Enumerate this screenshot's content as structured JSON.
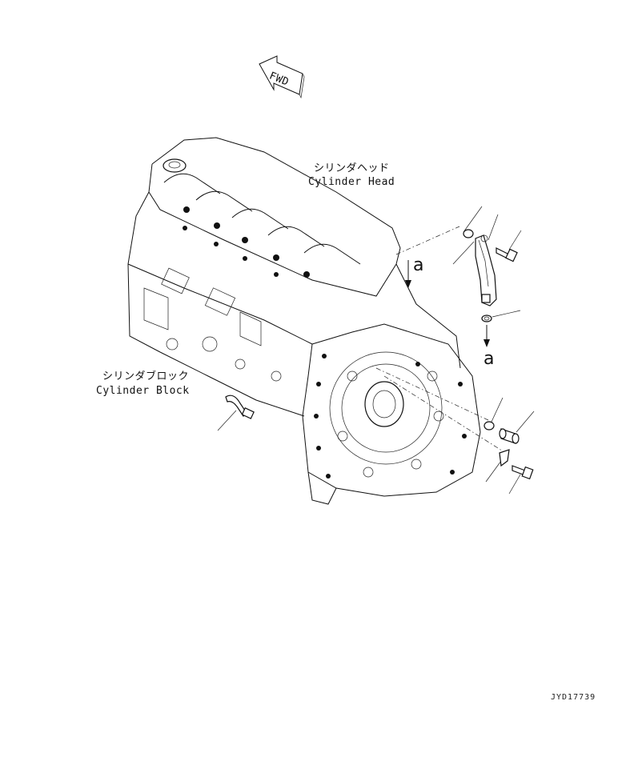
{
  "fwd_label": "FWD",
  "labels": {
    "cylinder_head_jp": "シリンダヘッド",
    "cylinder_head_en": "Cylinder Head",
    "cylinder_block_jp": "シリンダブロック",
    "cylinder_block_en": "Cylinder Block"
  },
  "connection_marks": {
    "upper": "a",
    "lower": "a"
  },
  "drawing_code": "JYD17739"
}
